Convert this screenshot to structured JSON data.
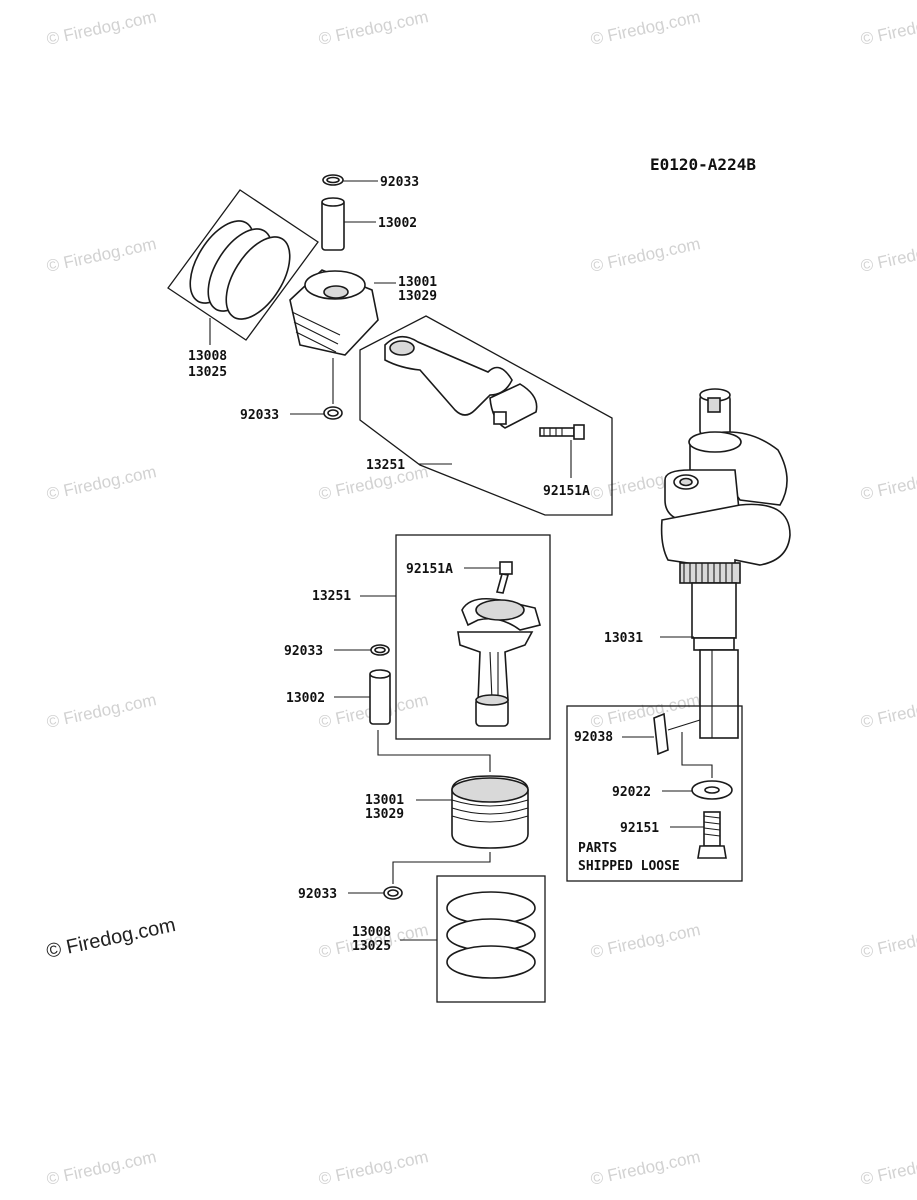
{
  "diagram_code": "E0120-A224B",
  "watermark_text": "© Firedog.com",
  "labels": {
    "top_clip": "92033",
    "top_pin": "13002",
    "top_piston_a": "13001",
    "top_piston_b": "13029",
    "top_rings_a": "13008",
    "top_rings_b": "13025",
    "top_lower_clip": "92033",
    "top_rod": "13251",
    "top_rod_bolt": "92151A",
    "mid_rod_bolt": "92151A",
    "mid_rod": "13251",
    "mid_clip": "92033",
    "mid_pin": "13002",
    "mid_piston_a": "13001",
    "mid_piston_b": "13029",
    "low_clip": "92033",
    "low_rings_a": "13008",
    "low_rings_b": "13025",
    "crankshaft": "13031",
    "key": "92038",
    "washer": "92022",
    "bolt": "92151"
  },
  "loose_parts_note": {
    "line1": "PARTS",
    "line2": "SHIPPED LOOSE"
  }
}
